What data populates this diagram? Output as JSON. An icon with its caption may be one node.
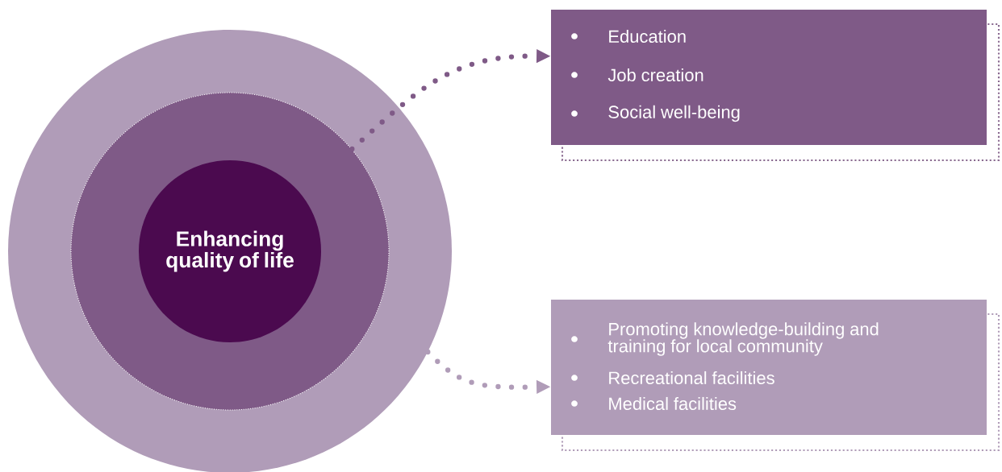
{
  "diagram": {
    "nodes": [
      {
        "text": [],
        "shape": "circle"
      },
      {
        "text": [],
        "shape": "circle",
        "in": 0
      },
      {
        "text": [
          "Enhancing quality of life"
        ],
        "in": 1
      },
      {
        "text": [
          "Education",
          "Job creation",
          "Social well-being"
        ]
      },
      {
        "text": [
          "Promoting knowledge-building and training for local community",
          "Recreational facilities",
          "Medical facilities"
        ]
      }
    ],
    "edges": [
      {
        "from": 1,
        "to": 3,
        "arrow": "to",
        "style": "dashed",
        "color": "#7f5a87"
      },
      {
        "from": 0,
        "to": 4,
        "arrow": "to",
        "style": "dashed",
        "color": "#b09cb8"
      }
    ]
  }
}
